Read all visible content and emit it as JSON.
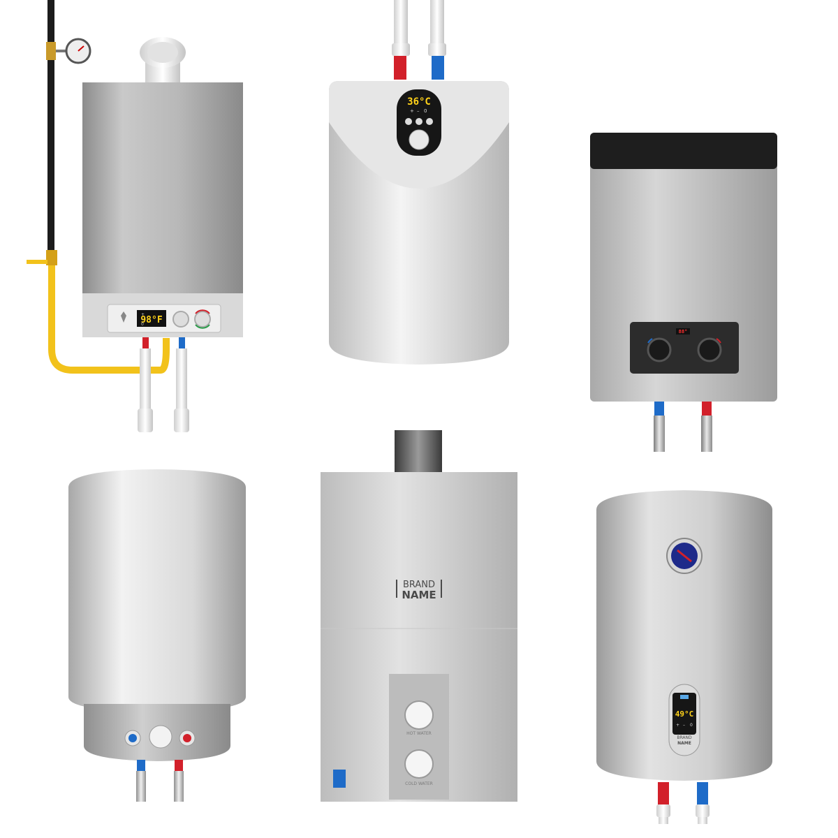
{
  "heaters": [
    {
      "name": "gas-combi-boiler",
      "display": "98°F",
      "symbols": [
        "+",
        "–",
        "0"
      ]
    },
    {
      "name": "tankless-electric-heater",
      "display": "36°C",
      "symbols": [
        "+",
        "–",
        "0"
      ]
    },
    {
      "name": "flat-storage-heater",
      "display": "88°"
    },
    {
      "name": "cylinder-boiler"
    },
    {
      "name": "gas-water-heater",
      "brand_line1": "BRAND",
      "brand_line2": "NAME",
      "dial_top_label": "HOT WATER",
      "dial_bottom_label": "COLD WATER"
    },
    {
      "name": "round-storage-heater",
      "display": "49°C",
      "symbols": [
        "+",
        "–",
        "0"
      ],
      "brand_line1": "BRAND",
      "brand_line2": "NAME"
    }
  ],
  "colors": {
    "hot": "#d2202a",
    "cold": "#1e6bc8",
    "lcd_text": "#ffd21a",
    "gas_pipe": "#f2c21b"
  }
}
